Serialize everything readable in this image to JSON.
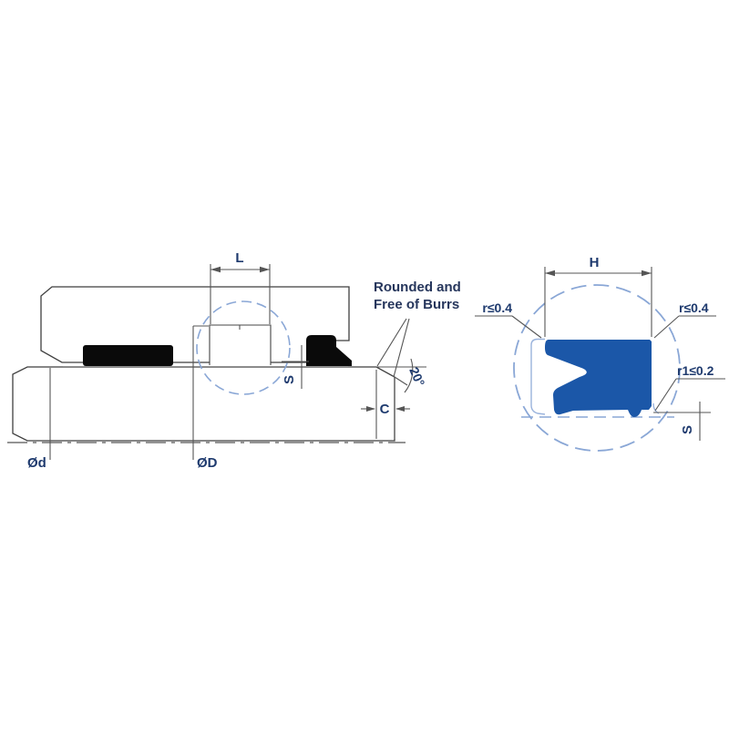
{
  "drawing_title": "rod-seal-installation-cross-section",
  "left_view": {
    "groove_width_label": "L",
    "groove_diameter_label": "ØD",
    "rod_diameter_label": "Ød",
    "clearance_label": "S",
    "chamfer_length_label": "C",
    "chamfer_angle_label": "20°",
    "note_line1": "Rounded and",
    "note_line2": "Free of Burrs"
  },
  "detail_view": {
    "seal_width_label": "H",
    "edge_radius_left_label": "r≤0.4",
    "edge_radius_right_label": "r≤0.4",
    "heel_radius_label": "r1≤0.2",
    "clearance_label": "S"
  },
  "colors": {
    "seal_blue": "#1b57a8",
    "callout_blue": "#8aa7d6",
    "groove_outline_blue": "#9ab3dc",
    "label_navy": "#1e3a6e",
    "line_gray": "#4a4a4a",
    "housing_gray": "#c8c8c8",
    "seal_black": "#0a0a0a"
  }
}
